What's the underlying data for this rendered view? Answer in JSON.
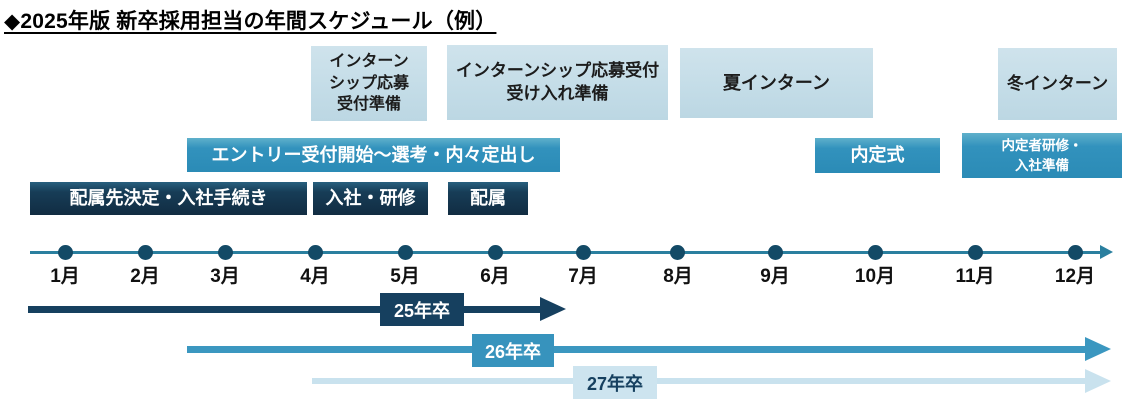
{
  "title": "◆2025年版 新卒採用担当の年間スケジュール（例）",
  "boxes": {
    "intern_app_prep": "インターン\nシップ応募\n受付準備",
    "intern_app_accept": "インターンシップ応募受付\n受け入れ準備",
    "summer_intern": "夏インターン",
    "winter_intern": "冬インターン",
    "entry_selection": "エントリー受付開始～選考・内々定出し",
    "naitei_ceremony": "内定式",
    "naitei_training": "内定者研修・\n入社準備",
    "assignment_decision": "配属先決定・入社手続き",
    "joining_training": "入社・研修",
    "assignment": "配属"
  },
  "timeline": {
    "months": [
      "1月",
      "2月",
      "3月",
      "4月",
      "5月",
      "6月",
      "7月",
      "8月",
      "9月",
      "10月",
      "11月",
      "12月"
    ]
  },
  "cohorts": [
    {
      "label": "25年卒"
    },
    {
      "label": "26年卒"
    },
    {
      "label": "27年卒"
    }
  ],
  "colors": {
    "dark_navy": "#16405f",
    "medium_blue": "#3793bd",
    "light_blue": "#c5dde8",
    "pale_blue": "#c9e2ee",
    "axis_teal": "#2a7f9f",
    "text_dark": "#1c1c1c"
  }
}
